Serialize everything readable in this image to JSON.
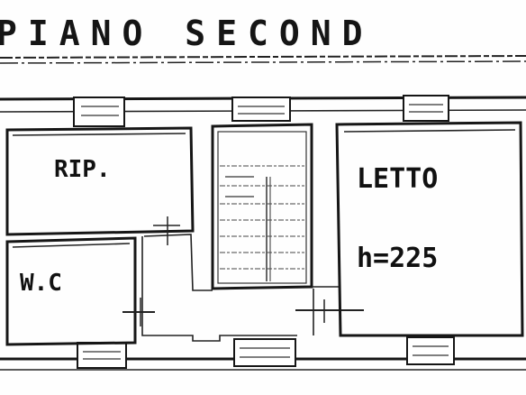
{
  "header": {
    "title": "PIANO SECOND"
  },
  "rooms": {
    "ripostiglio": "RIP.",
    "wc": "W.C",
    "letto": "LETTO",
    "letto_height": "h=225"
  }
}
